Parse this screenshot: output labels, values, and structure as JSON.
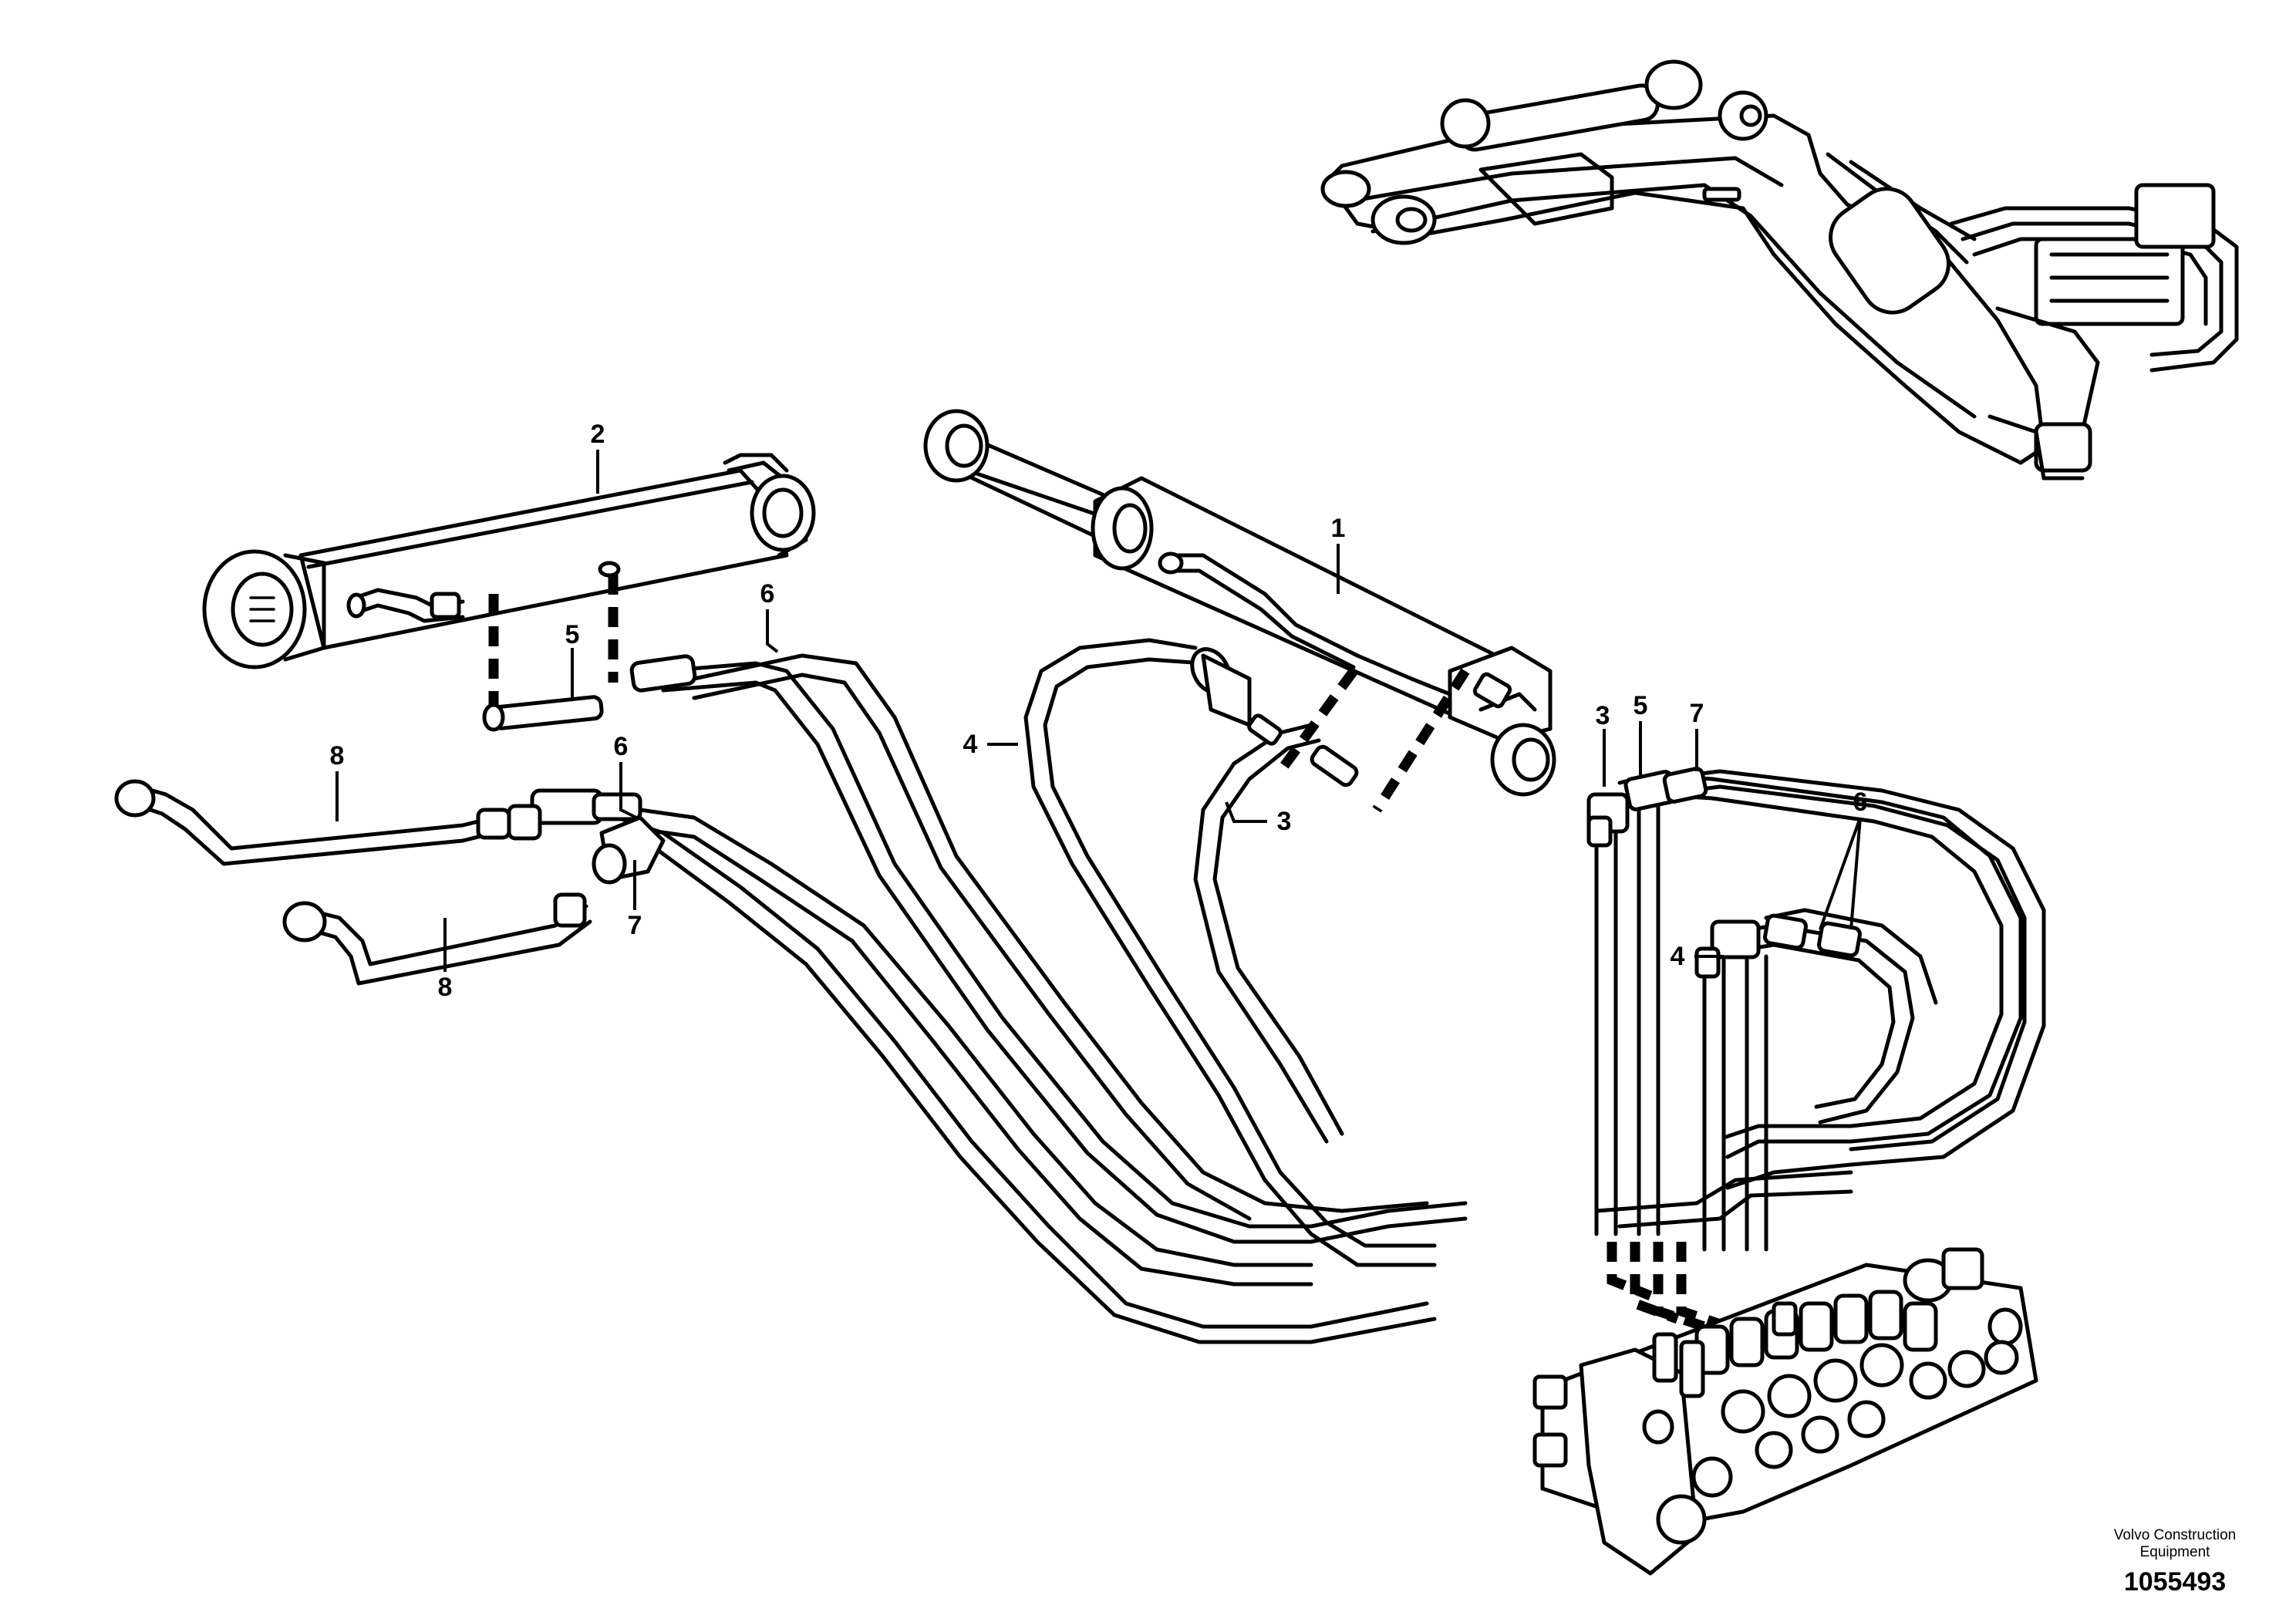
{
  "callouts": {
    "c1": "1",
    "c2": "2",
    "c3a": "3",
    "c3b": "3",
    "c4a": "4",
    "c4b": "4",
    "c5a": "5",
    "c5b": "5",
    "c6a": "6",
    "c6b": "6",
    "c6c": "6",
    "c7a": "7",
    "c7b": "7",
    "c8a": "8",
    "c8b": "8"
  },
  "brand": {
    "name_line1": "Volvo Construction",
    "name_line2": "Equipment",
    "drawing_number": "1055493"
  }
}
